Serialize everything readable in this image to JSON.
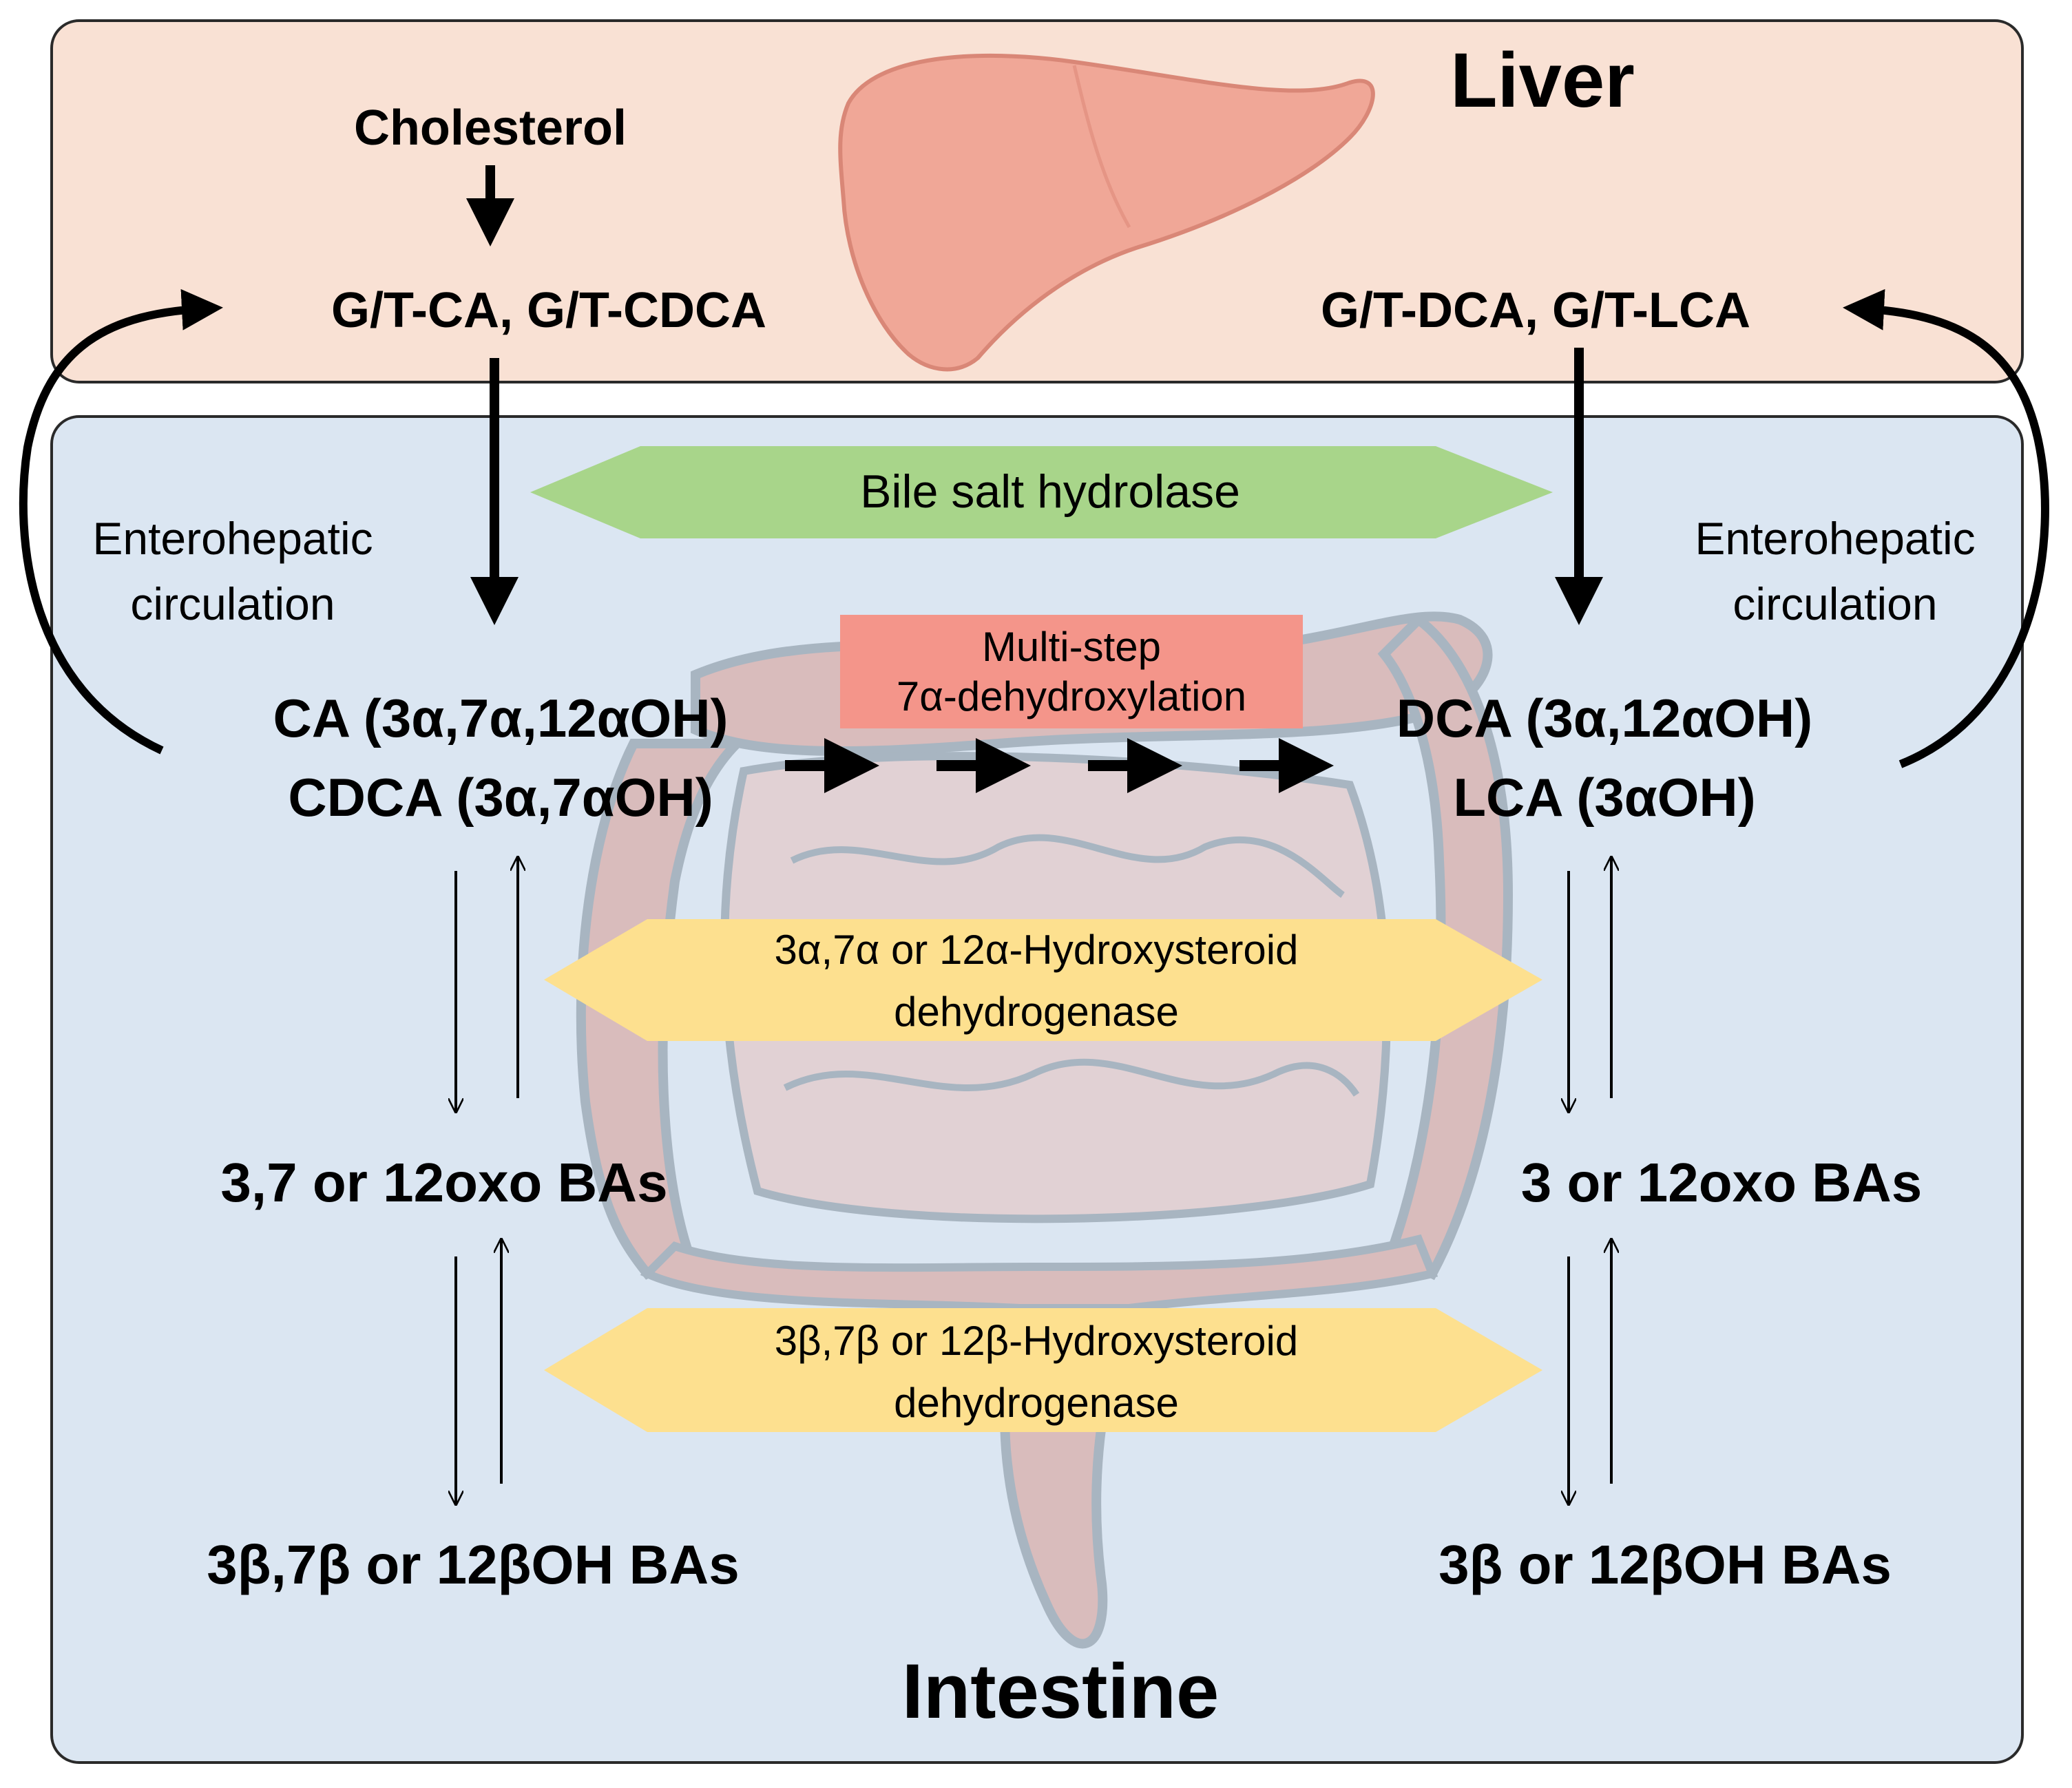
{
  "liver": {
    "title": "Liver",
    "cholesterol": "Cholesterol",
    "conj_primary": "G/T-CA, G/T-CDCA",
    "conj_secondary": "G/T-DCA, G/T-LCA"
  },
  "intestine": {
    "title": "Intestine",
    "circulation_left": [
      "Enterohepatic",
      "circulation"
    ],
    "circulation_right": [
      "Enterohepatic",
      "circulation"
    ],
    "primary": [
      "CA (3α,7α,12αOH)",
      "CDCA (3α,7αOH)"
    ],
    "secondary": [
      "DCA (3α,12αOH)",
      "LCA (3αOH)"
    ],
    "oxo_left": "3,7 or 12oxo BAs",
    "oxo_right": "3 or 12oxo BAs",
    "beta_left": "3β,7β or 12βOH BAs",
    "beta_right": "3β or 12βOH BAs"
  },
  "enzymes": {
    "bsh": "Bile salt hydrolase",
    "dehydroxylation": [
      "Multi-step",
      "7α-dehydroxylation"
    ],
    "hsdh_alpha": [
      "3α,7α or 12α-Hydroxysteroid",
      "dehydrogenase"
    ],
    "hsdh_beta": [
      "3β,7β or 12β-Hydroxysteroid",
      "dehydrogenase"
    ]
  },
  "colors": {
    "liver_bg": "#f9e1d4",
    "intestine_bg": "#dbe6f2",
    "bsh_fill": "#a8d58a",
    "dehydroxylation_fill": "#f4958a",
    "hsdh_fill": "#fde08f",
    "organ_fill": "#f0a797"
  }
}
